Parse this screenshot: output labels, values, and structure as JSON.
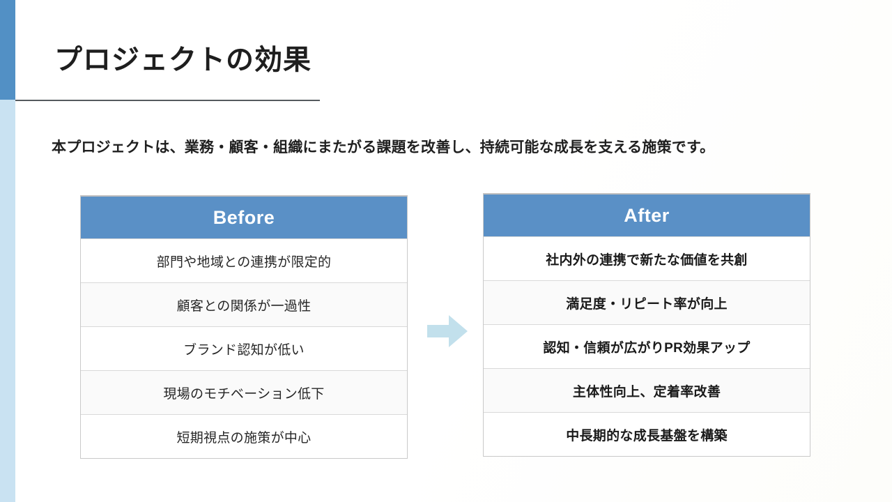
{
  "slide": {
    "title": "プロジェクトの効果",
    "lead": "本プロジェクトは、業務・顧客・組織にまたがる課題を改善し、持続可能な成長を支える施策です。",
    "accent_color": "#5290c5",
    "accent_color_light": "#c9e2f2",
    "header_color": "#5a90c6",
    "arrow_color": "#c2e0ec"
  },
  "before_table": {
    "header": "Before",
    "rows": [
      "部門や地域との連携が限定的",
      "顧客との関係が一過性",
      "ブランド認知が低い",
      "現場のモチベーション低下",
      "短期視点の施策が中心"
    ]
  },
  "after_table": {
    "header": "After",
    "rows": [
      "社内外の連携で新たな価値を共創",
      "満足度・リピート率が向上",
      "認知・信頼が広がりPR効果アップ",
      "主体性向上、定着率改善",
      "中長期的な成長基盤を構築"
    ]
  },
  "arrow": {
    "label": "before-to-after-arrow"
  }
}
